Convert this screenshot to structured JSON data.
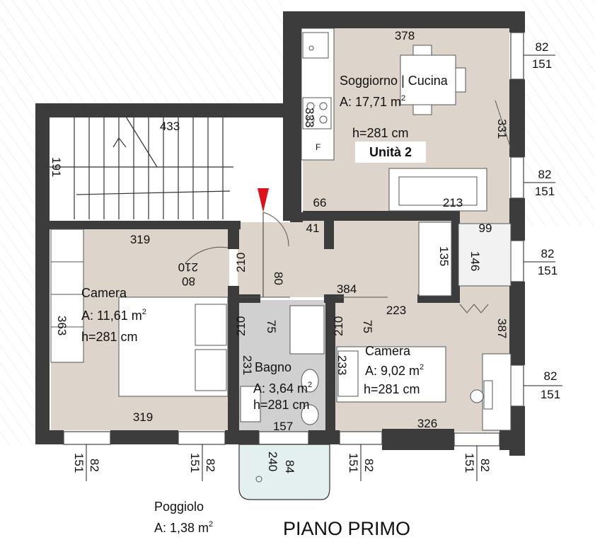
{
  "plan": {
    "title": "PIANO PRIMO",
    "unit_label": "Unità 2",
    "colors": {
      "wall": "#3c3c3c",
      "floor_wood": "#ddd5cb",
      "floor_bath": "#d0d0d0",
      "balcony": "#e4efef",
      "marker": "#e0101a",
      "line": "#222222"
    },
    "rooms": {
      "living": {
        "name": "Soggiorno | Cucina",
        "area": "A: 17,71 m",
        "height": "h=281 cm"
      },
      "camera1": {
        "name": "Camera",
        "area": "A: 11,61 m",
        "height": "h=281 cm"
      },
      "camera2": {
        "name": "Camera",
        "area": "A: 9,02 m",
        "height": "h=281 cm"
      },
      "bagno": {
        "name": "Bagno",
        "area": "A: 3,64 m",
        "height": "h=281 cm"
      },
      "poggiolo": {
        "name": "Poggiolo",
        "area": "A: 1,38 m"
      }
    },
    "sup": "2",
    "fridge_label": "F",
    "dimensions": {
      "d378": "378",
      "d331": "331",
      "d333": "333",
      "d213": "213",
      "d66": "66",
      "d41": "41",
      "d433": "433",
      "d191": "191",
      "d319_top": "319",
      "d319_bottom": "319",
      "d210_door": "210",
      "d80_door": "80",
      "d210_hall": "210",
      "d80_hall": "80",
      "d384": "384",
      "d223": "223",
      "d135": "135",
      "d99": "99",
      "d146": "146",
      "d387": "387",
      "d363": "363",
      "d210_bath": "210",
      "d75_bath": "75",
      "d210_cam": "210",
      "d75_cam": "75",
      "d231": "231",
      "d233": "233",
      "d157": "157",
      "d326": "326",
      "d240": "240",
      "d84": "84"
    },
    "windows": {
      "w1_top": "82",
      "w1_bot": "151",
      "w2_top": "82",
      "w2_bot": "151",
      "w3_top": "82",
      "w3_bot": "151",
      "w4_top": "82",
      "w4_bot": "151",
      "b1_a": "151",
      "b1_b": "82",
      "b2_a": "151",
      "b2_b": "82",
      "b3_a": "151",
      "b3_b": "82",
      "b4_a": "151",
      "b4_b": "82"
    }
  }
}
